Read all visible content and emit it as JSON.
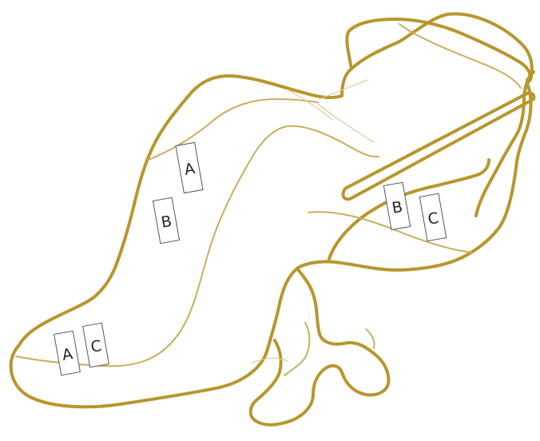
{
  "colors": {
    "outline": "#b8962e",
    "inner": "#c9ad5e",
    "marker_border": "#555555",
    "marker_text": "#222222"
  },
  "markers": {
    "back_upper": "A",
    "back_lower": "B",
    "seat_left_a": "A",
    "seat_left_c": "C",
    "right_b": "B",
    "right_c": "C"
  }
}
